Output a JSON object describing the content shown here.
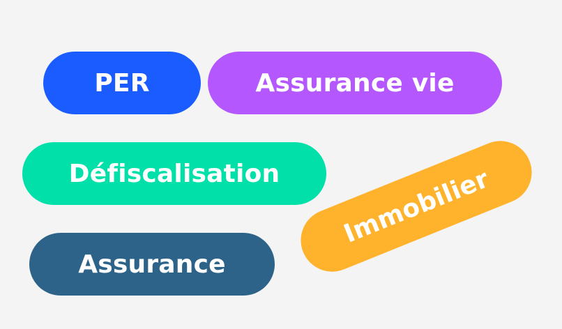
{
  "tags": [
    {
      "id": "per",
      "label": "PER",
      "color": "#1a5cff"
    },
    {
      "id": "assurance_vie",
      "label": "Assurance vie",
      "color": "#b457ff"
    },
    {
      "id": "defiscalisation",
      "label": "Défiscalisation",
      "color": "#00e0a8"
    },
    {
      "id": "immobilier",
      "label": "Immobilier",
      "color": "#ffb22c"
    },
    {
      "id": "assurance",
      "label": "Assurance",
      "color": "#2d6388"
    }
  ]
}
